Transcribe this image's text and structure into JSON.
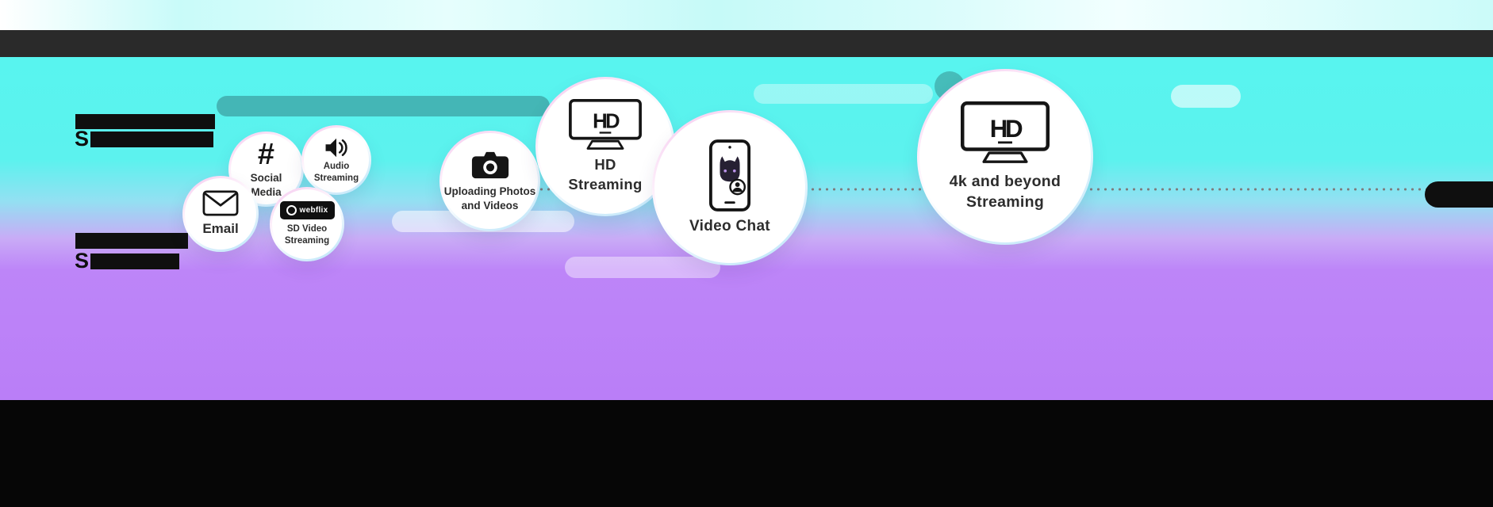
{
  "colors": {
    "background_cyan": "#57f4ef",
    "background_purple": "#ba7ef7",
    "top_dark_bar": "#2a2a2a",
    "bottom_black_bar": "#060606",
    "redacted_black": "#0f0f0f",
    "bubble_rim_pink": "#f2bfec",
    "bubble_rim_blue": "#b7e4fa"
  },
  "redacted": {
    "block1_prefix": "S",
    "block2_prefix": "S"
  },
  "bubbles": {
    "email": {
      "label": "Email"
    },
    "social": {
      "line1": "Social",
      "line2": "Media"
    },
    "audio": {
      "line1": "Audio",
      "line2": "Streaming"
    },
    "sd": {
      "line1": "SD Video",
      "line2": "Streaming",
      "badge": "webflix"
    },
    "upload": {
      "line1": "Uploading Photos",
      "line2": "and Videos"
    },
    "hd": {
      "line1": "HD",
      "line2": "Streaming",
      "tv_label": "HD"
    },
    "videochat": {
      "label": "Video Chat"
    },
    "fourk": {
      "line1": "4k and beyond",
      "line2": "Streaming",
      "tv_label": "HD"
    }
  }
}
